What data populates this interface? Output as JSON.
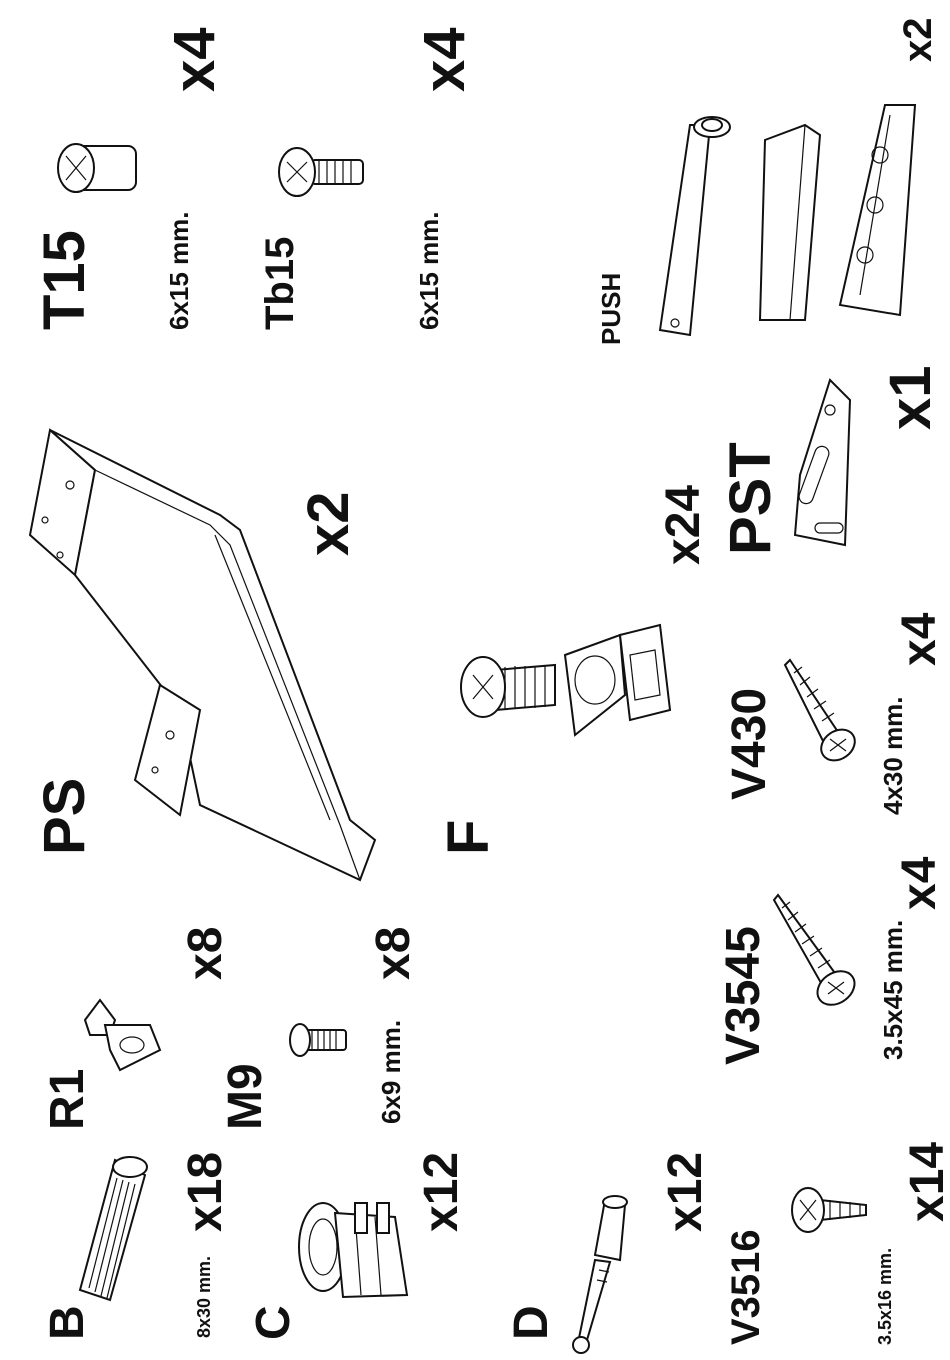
{
  "parts": {
    "B": {
      "code": "B",
      "qty": "x18",
      "size": "8x30 mm."
    },
    "R1": {
      "code": "R1",
      "qty": "x8"
    },
    "M9": {
      "code": "M9",
      "qty": "x8",
      "size": "6x9 mm."
    },
    "C": {
      "code": "C",
      "qty": "x12"
    },
    "PS": {
      "code": "PS",
      "qty": "x2"
    },
    "D": {
      "code": "D",
      "qty": "x12"
    },
    "V3516": {
      "code": "V3516",
      "qty": "x14",
      "size": "3.5x16 mm."
    },
    "V3545": {
      "code": "V3545",
      "qty": "x4",
      "size": "3.5x45 mm."
    },
    "F": {
      "code": "F",
      "qty": "x24"
    },
    "V430": {
      "code": "V430",
      "qty": "x4",
      "size": "4x30 mm."
    },
    "PST": {
      "code": "PST",
      "qty": "x1"
    },
    "T15": {
      "code": "T15",
      "qty": "x4",
      "size": "6x15 mm."
    },
    "Tb15": {
      "code": "Tb15",
      "qty": "x4",
      "size": "6x15 mm."
    },
    "PUSH": {
      "code": "PUSH",
      "qty": "x2"
    }
  },
  "icons": [
    "dowel-icon",
    "shelf-support-icon",
    "screw-icon",
    "cam-lock-icon",
    "bracket-icon",
    "cam-bolt-icon",
    "corner-connector-icon",
    "angle-plate-icon",
    "push-latch-icon"
  ]
}
